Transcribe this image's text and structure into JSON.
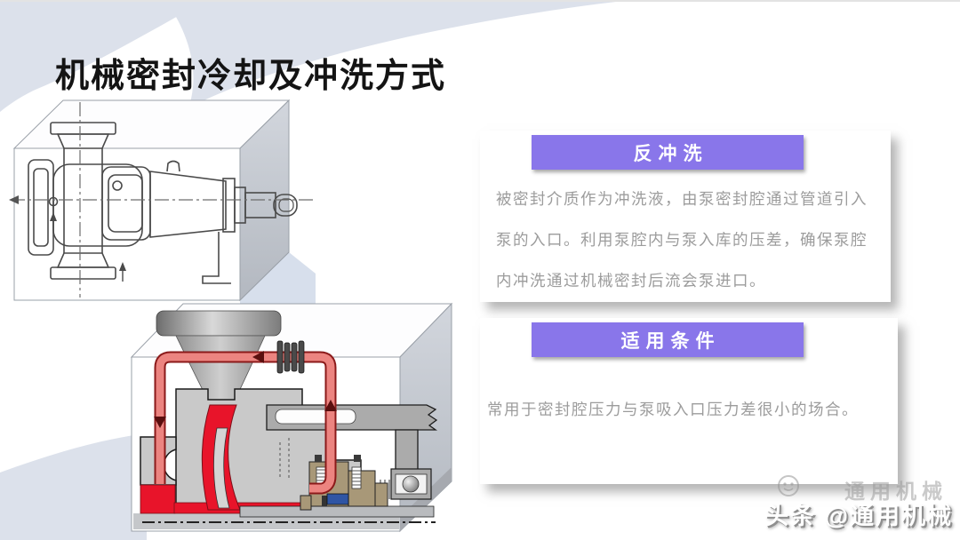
{
  "slide": {
    "title": "机械密封冷却及冲洗方式",
    "sections": [
      {
        "header": "反冲洗",
        "body": "被密封介质作为冲洗液，由泵密封腔通过管道引入泵的入口。利用泵腔内与泵入库的压差，确保泵腔内冲洗通过机械密封后流会泵进口。"
      },
      {
        "header": "适用条件",
        "body": "常用于密封腔压力与泵吸入口压力差很小的场合。"
      }
    ],
    "diagrams": [
      {
        "name": "pump-outline-drawing",
        "description": "泵外形线图"
      },
      {
        "name": "pump-backflush-section",
        "description": "反冲洗流程剖面图"
      }
    ],
    "watermark": {
      "faint_text": "通用机械",
      "main_text": "头条 @通用机械"
    },
    "colors": {
      "accent_purple": "#8976EA",
      "flush_red": "#E8142A",
      "pipe_salmon": "#EC8480",
      "bg_shape": "#DCE1EB",
      "body_gray": "#9C9C9C"
    }
  }
}
